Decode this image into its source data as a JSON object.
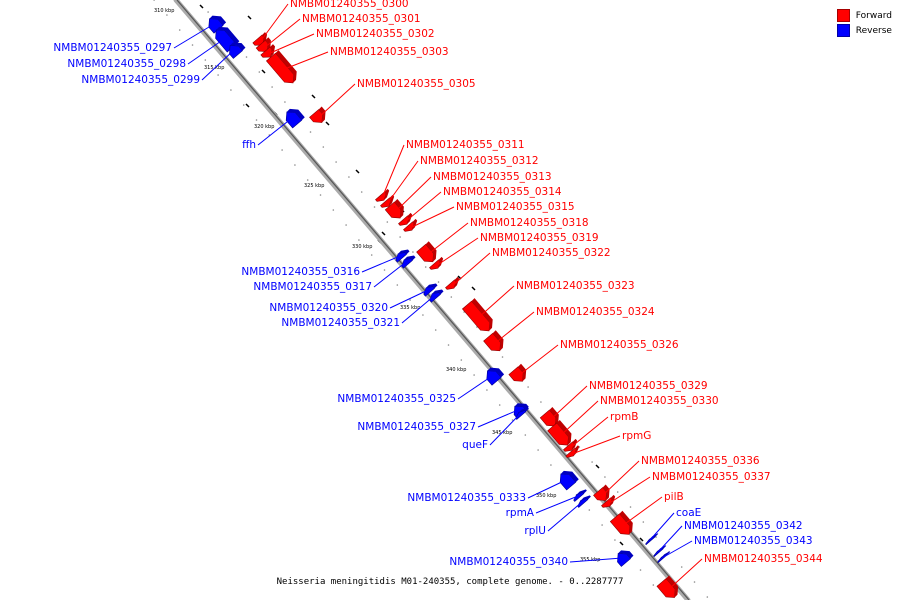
{
  "legend": {
    "forward_label": "Forward",
    "reverse_label": "Reverse",
    "forward_color": "#ff0000",
    "reverse_color": "#0000ff"
  },
  "caption": "Neisseria meningitidis M01-240355, complete genome. - 0..2287777",
  "colors": {
    "axis": "#999999",
    "forward": "#ff0000",
    "reverse": "#0000ff"
  },
  "ruler": [
    "310 kbp",
    "315 kbp",
    "320 kbp",
    "325 kbp",
    "330 kbp",
    "335 kbp",
    "340 kbp",
    "345 kbp",
    "350 kbp",
    "355 kbp"
  ],
  "genes": [
    {
      "name": "NMBM01240355_0297",
      "strand": "reverse"
    },
    {
      "name": "NMBM01240355_0298",
      "strand": "reverse"
    },
    {
      "name": "NMBM01240355_0299",
      "strand": "reverse"
    },
    {
      "name": "NMBM01240355_0300",
      "strand": "forward"
    },
    {
      "name": "NMBM01240355_0301",
      "strand": "forward"
    },
    {
      "name": "NMBM01240355_0302",
      "strand": "forward"
    },
    {
      "name": "NMBM01240355_0303",
      "strand": "forward"
    },
    {
      "name": "NMBM01240355_0305",
      "strand": "forward"
    },
    {
      "name": "ffh",
      "strand": "reverse"
    },
    {
      "name": "NMBM01240355_0311",
      "strand": "forward"
    },
    {
      "name": "NMBM01240355_0312",
      "strand": "forward"
    },
    {
      "name": "NMBM01240355_0313",
      "strand": "forward"
    },
    {
      "name": "NMBM01240355_0314",
      "strand": "forward"
    },
    {
      "name": "NMBM01240355_0315",
      "strand": "forward"
    },
    {
      "name": "NMBM01240355_0318",
      "strand": "forward"
    },
    {
      "name": "NMBM01240355_0319",
      "strand": "forward"
    },
    {
      "name": "NMBM01240355_0322",
      "strand": "forward"
    },
    {
      "name": "NMBM01240355_0316",
      "strand": "reverse"
    },
    {
      "name": "NMBM01240355_0317",
      "strand": "reverse"
    },
    {
      "name": "NMBM01240355_0320",
      "strand": "reverse"
    },
    {
      "name": "NMBM01240355_0321",
      "strand": "reverse"
    },
    {
      "name": "NMBM01240355_0323",
      "strand": "forward"
    },
    {
      "name": "NMBM01240355_0324",
      "strand": "forward"
    },
    {
      "name": "NMBM01240355_0326",
      "strand": "forward"
    },
    {
      "name": "NMBM01240355_0325",
      "strand": "reverse"
    },
    {
      "name": "NMBM01240355_0327",
      "strand": "reverse"
    },
    {
      "name": "queF",
      "strand": "reverse"
    },
    {
      "name": "NMBM01240355_0329",
      "strand": "forward"
    },
    {
      "name": "NMBM01240355_0330",
      "strand": "forward"
    },
    {
      "name": "rpmB",
      "strand": "forward"
    },
    {
      "name": "rpmG",
      "strand": "forward"
    },
    {
      "name": "NMBM01240355_0336",
      "strand": "forward"
    },
    {
      "name": "NMBM01240355_0337",
      "strand": "forward"
    },
    {
      "name": "pilB",
      "strand": "forward"
    },
    {
      "name": "NMBM01240355_0333",
      "strand": "reverse"
    },
    {
      "name": "rpmA",
      "strand": "reverse"
    },
    {
      "name": "rplU",
      "strand": "reverse"
    },
    {
      "name": "coaE",
      "strand": "reverse"
    },
    {
      "name": "NMBM01240355_0342",
      "strand": "reverse"
    },
    {
      "name": "NMBM01240355_0343",
      "strand": "reverse"
    },
    {
      "name": "NMBM01240355_0340",
      "strand": "reverse"
    },
    {
      "name": "NMBM01240355_0344",
      "strand": "forward"
    }
  ]
}
